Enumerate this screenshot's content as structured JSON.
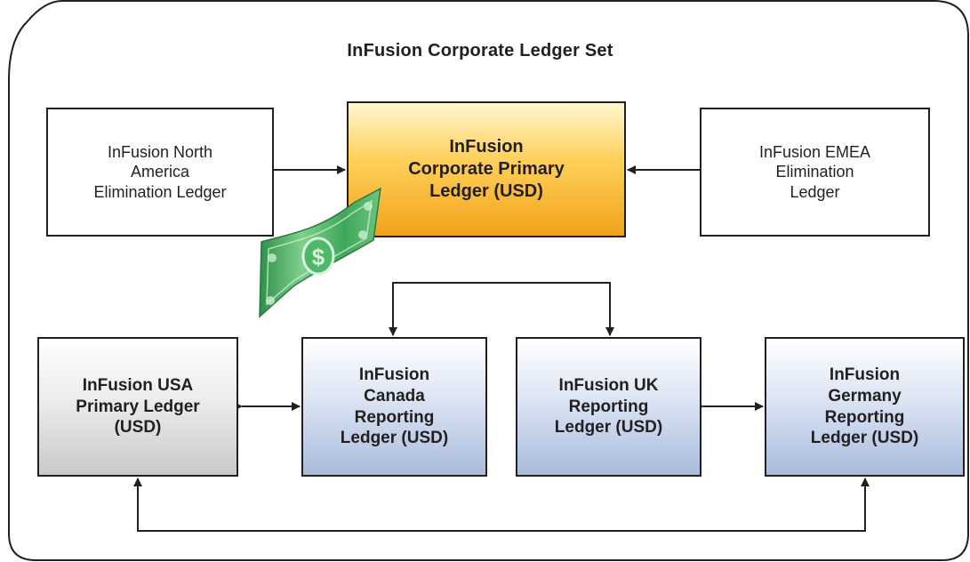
{
  "diagram": {
    "title": "InFusion Corporate Ledger Set",
    "boxes": {
      "north_america_elimination": "InFusion North\nAmerica\nElimination Ledger",
      "corporate_primary": "InFusion\nCorporate Primary\nLedger (USD)",
      "emea_elimination": "InFusion EMEA\nElimination\nLedger",
      "usa_primary": "InFusion USA\nPrimary Ledger\n(USD)",
      "canada_reporting": "InFusion\nCanada\nReporting\nLedger  (USD)",
      "uk_reporting": "InFusion UK\nReporting\nLedger  (USD)",
      "germany_reporting": "InFusion\nGermany\nReporting\nLedger  (USD)"
    },
    "icons": {
      "money": "dollar-bill-icon"
    },
    "colors": {
      "primary_ledger_fill": "#ffc83d",
      "reporting_ledger_fill": "#c5d3ea",
      "usa_ledger_fill": "#dcdcdc",
      "money_green": "#3fa85a"
    }
  }
}
